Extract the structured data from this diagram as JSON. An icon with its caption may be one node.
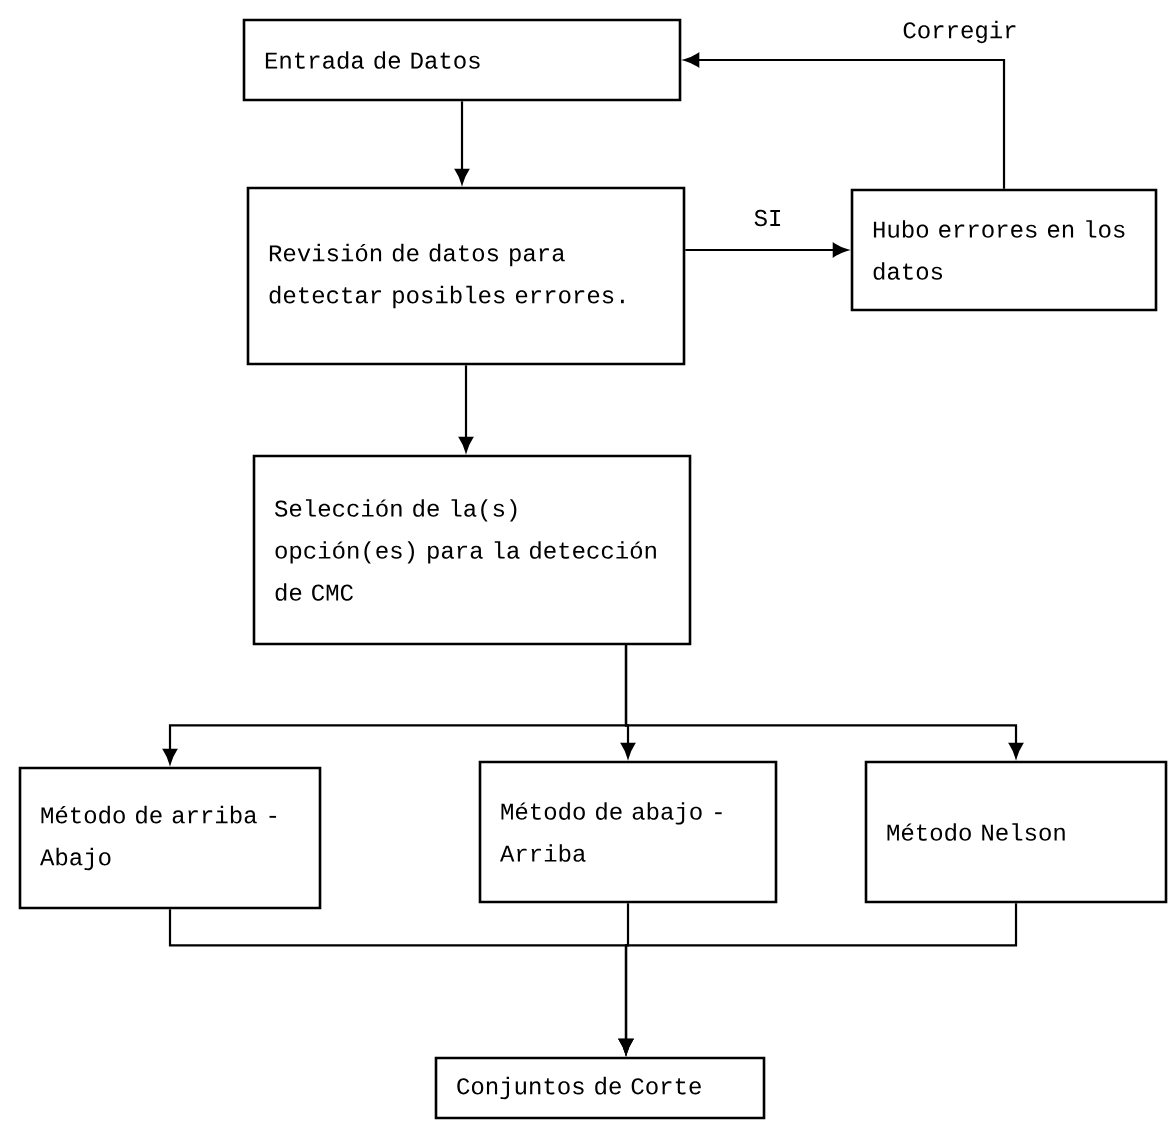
{
  "diagram": {
    "nodes": [
      {
        "text": [
          "Entrada de Datos"
        ]
      },
      {
        "text": [
          "Revisión de datos para detectar posibles errores."
        ]
      },
      {
        "text": [
          "Hubo errores en los datos"
        ]
      },
      {
        "text": [
          "Selección de la(s) opción(es) para la detección de CMC"
        ]
      },
      {
        "text": [
          "Método de arriba - Abajo"
        ]
      },
      {
        "text": [
          "Método de abajo - Arriba"
        ]
      },
      {
        "text": [
          "Método Nelson"
        ]
      },
      {
        "text": [
          "Conjuntos de Corte"
        ]
      }
    ],
    "edges": [
      {
        "from": 0,
        "to": 1,
        "arrow": "to"
      },
      {
        "from": 1,
        "to": 2,
        "arrow": "to",
        "label": "SI"
      },
      {
        "from": 2,
        "to": 0,
        "arrow": "to",
        "label": "Corregir"
      },
      {
        "from": 1,
        "to": 3,
        "arrow": "to"
      },
      {
        "from": 3,
        "to": 4,
        "arrow": "to"
      },
      {
        "from": 3,
        "to": 5,
        "arrow": "to"
      },
      {
        "from": 3,
        "to": 6,
        "arrow": "to"
      },
      {
        "from": 4,
        "to": 7,
        "arrow": "to"
      },
      {
        "from": 5,
        "to": 7,
        "arrow": "to"
      },
      {
        "from": 6,
        "to": 7,
        "arrow": "to"
      }
    ]
  }
}
